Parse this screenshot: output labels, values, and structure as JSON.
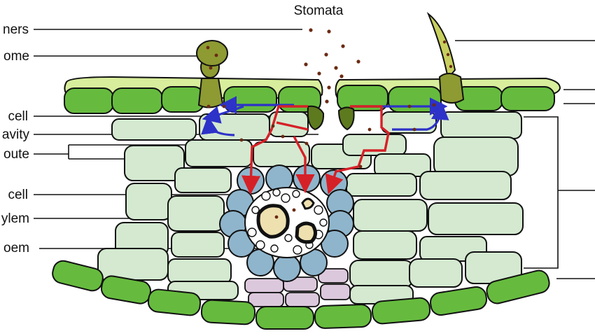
{
  "diagram": {
    "title": "Stomata",
    "labels_left": [
      {
        "id": "trichomers",
        "text": "ners"
      },
      {
        "id": "trichome",
        "text": "ome"
      },
      {
        "id": "guard-cell",
        "text": "cell"
      },
      {
        "id": "cavity",
        "text": "avity"
      },
      {
        "id": "route",
        "text": "oute"
      },
      {
        "id": "sheath-cell",
        "text": "cell"
      },
      {
        "id": "xylem",
        "text": "ylem"
      },
      {
        "id": "phloem",
        "text": "oem"
      }
    ],
    "colors": {
      "epidermis": "#66bb3e",
      "cuticle": "#d8ee9c",
      "mesophyll": "#d4e9d0",
      "bundle_sheath": "#8fb5cc",
      "xylem": "#efe0b0",
      "phloem": "#dcc8dc",
      "trichome": "#8e9a32",
      "route_red": "#d62027",
      "route_blue": "#2d32c8",
      "particle": "#6b2a14"
    }
  }
}
